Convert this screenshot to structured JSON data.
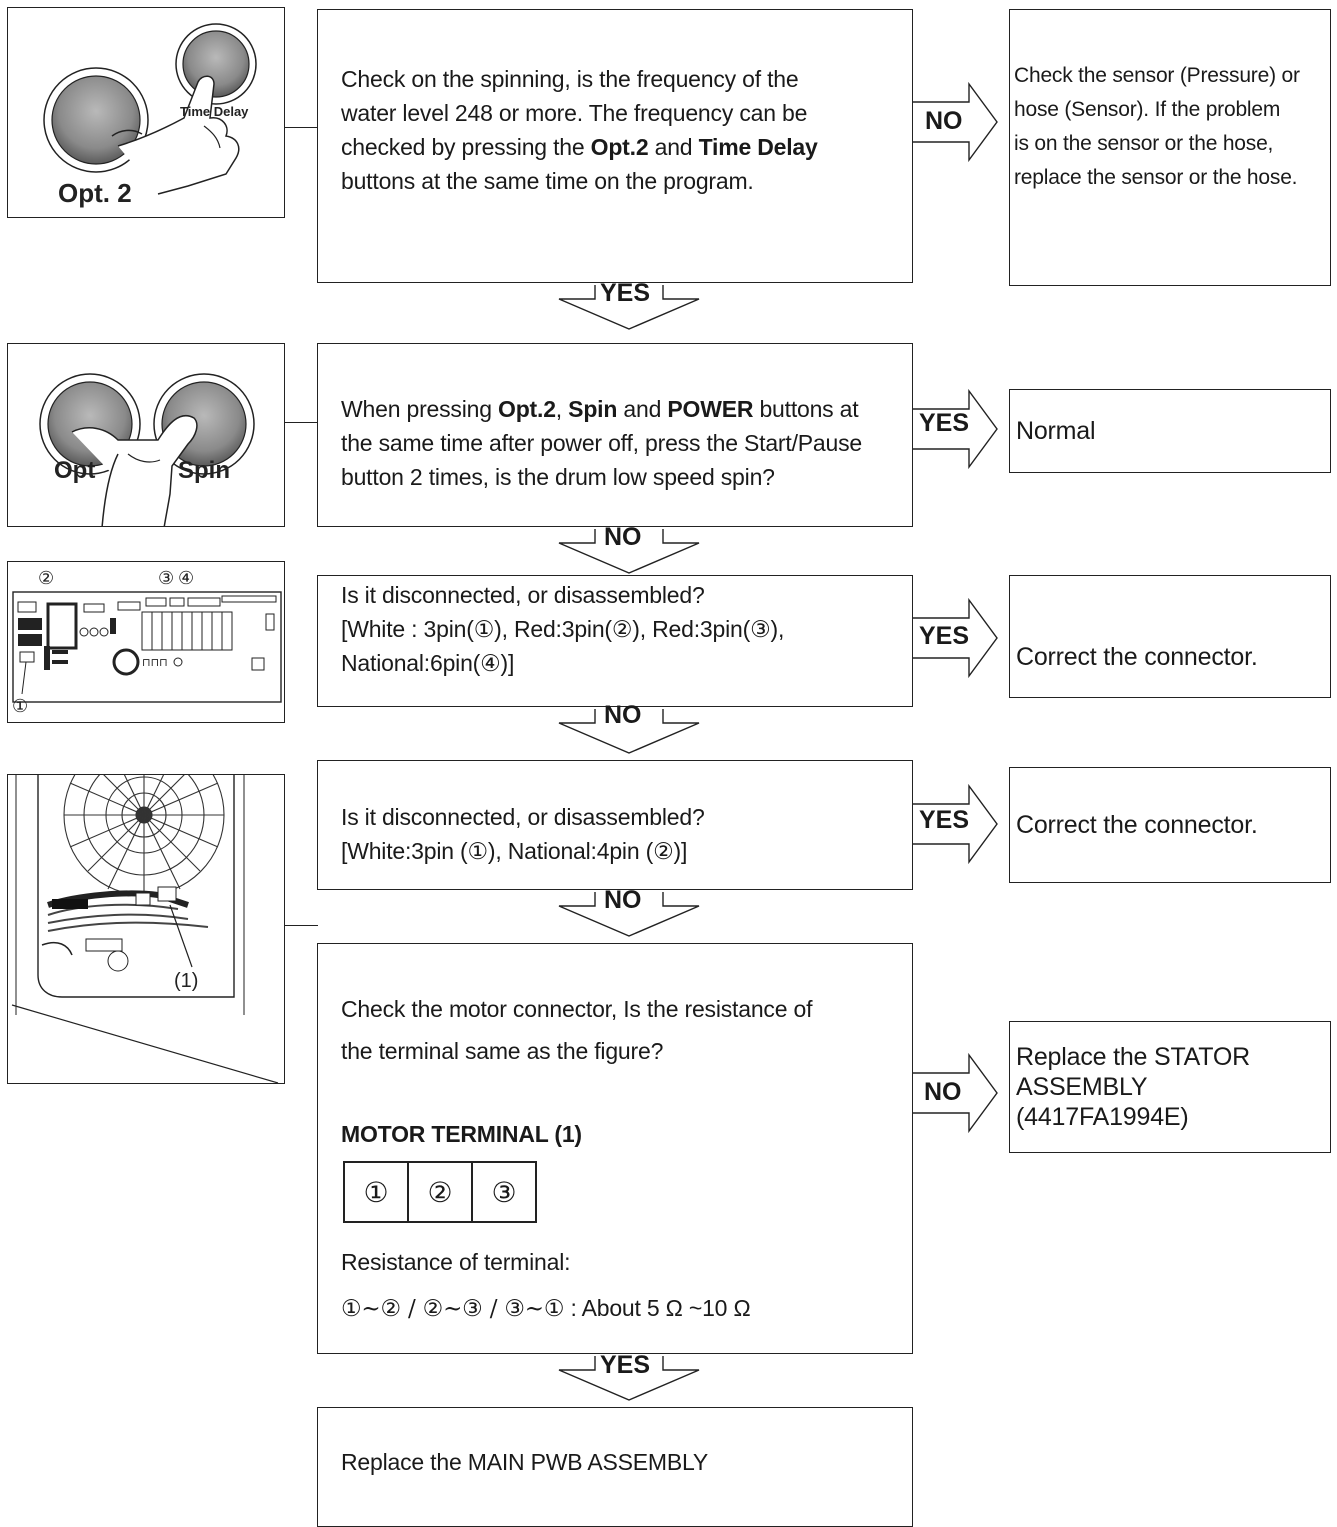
{
  "steps": {
    "s1": {
      "t1": "Check on the spinning, is the frequency of the",
      "t2": "water level 248 or more. The frequency can be",
      "t3a": "checked by pressing the ",
      "t3b": "Opt.2",
      "t3c": " and ",
      "t3d": "Time Delay",
      "t4": "buttons at the same time on the program.",
      "no_label": "NO",
      "result": [
        "Check the sensor (Pressure) or",
        "hose (Sensor). If the problem",
        "is on the sensor or the hose,",
        "replace the sensor or the hose."
      ],
      "down_label": "YES"
    },
    "s2": {
      "t1a": "When pressing ",
      "t1b": "Opt.2",
      "t1c": ", ",
      "t1d": "Spin",
      "t1e": " and ",
      "t1f": "POWER",
      "t1g": " buttons at",
      "t2": "the same time after power off, press the  Start/Pause",
      "t3": "button 2 times, is the drum low speed spin?",
      "yes_label": "YES",
      "result": "Normal",
      "down_label": "NO"
    },
    "s3": {
      "t1": "Is it disconnected, or disassembled?",
      "t2": "[White : 3pin(①), Red:3pin(②), Red:3pin(③),",
      "t3": "National:6pin(④)]",
      "yes_label": "YES",
      "result": "Correct the connector.",
      "down_label": "NO"
    },
    "s4": {
      "t1": "Is it disconnected, or disassembled?",
      "t2": "[White:3pin (①), National:4pin (②)]",
      "yes_label": "YES",
      "result": "Correct the connector.",
      "down_label": "NO"
    },
    "s5": {
      "t1": "Check the motor connector, Is the resistance of",
      "t2": "the terminal same as the figure?",
      "heading": "MOTOR TERMINAL (1)",
      "cells": [
        "①",
        "②",
        "③"
      ],
      "res_label": "Resistance of terminal:",
      "res_pairs": "①~② / ②~③ / ③~①",
      "res_value": " : About 5 Ω ~10 Ω",
      "no_label": "NO",
      "result": [
        "Replace the STATOR",
        "ASSEMBLY",
        "(4417FA1994E)"
      ],
      "down_label": "YES"
    },
    "s6": {
      "t1": "Replace the MAIN PWB ASSEMBLY"
    }
  },
  "illustrations": {
    "opt2_delay": {
      "opt_label": "Opt. 2",
      "delay_label": "Time Delay"
    },
    "opt_spin": {
      "opt_label": "Opt",
      "spin_label": "Spin"
    },
    "pcb": {
      "markers": [
        "②",
        "③",
        "④",
        "①"
      ]
    },
    "motor": {
      "callout": "(1)"
    }
  }
}
